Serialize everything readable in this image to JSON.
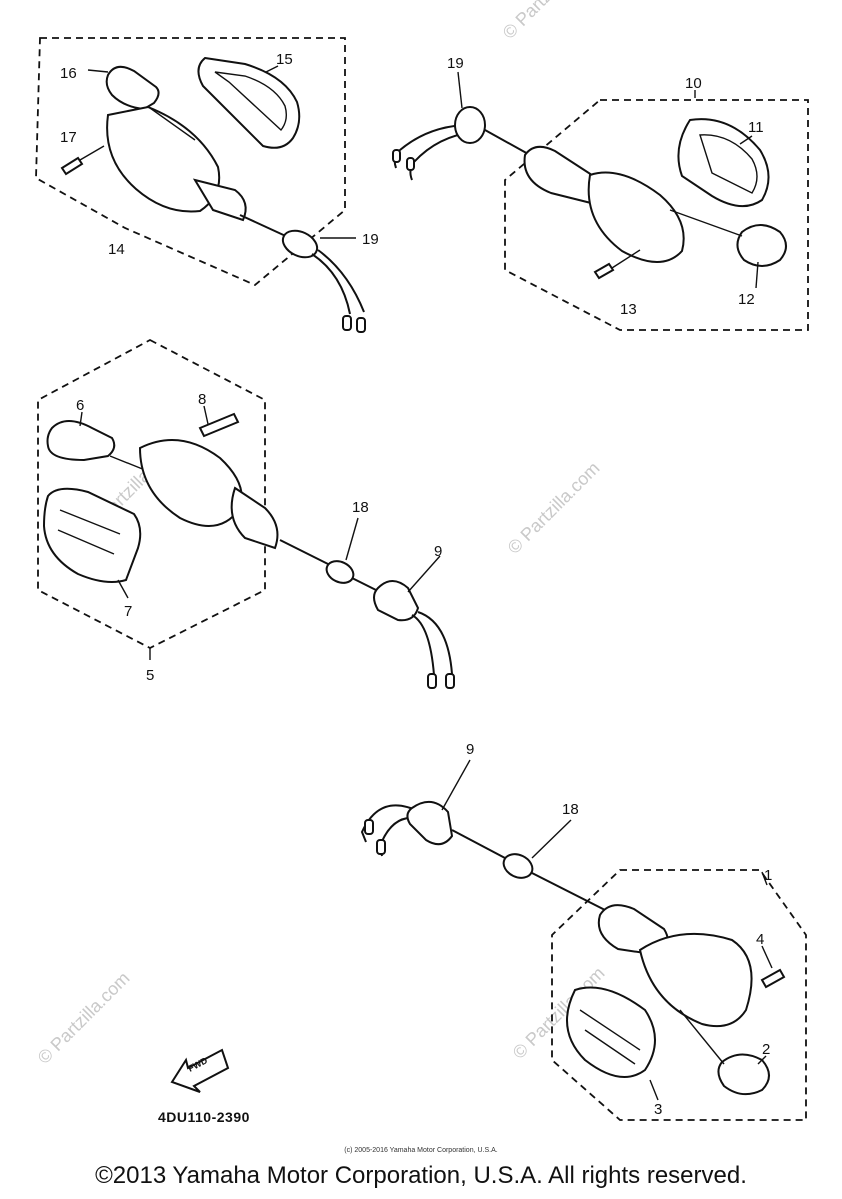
{
  "diagram": {
    "callouts": [
      "16",
      "15",
      "17",
      "14",
      "19",
      "19",
      "10",
      "11",
      "13",
      "12",
      "6",
      "8",
      "7",
      "5",
      "18",
      "9",
      "9",
      "18",
      "1",
      "4",
      "2",
      "3"
    ],
    "part_code": "4DU110-2390",
    "fwd_label": "FWD",
    "watermark": "© Partzilla.com"
  },
  "footer": {
    "small_copyright": "(c) 2005-2016 Yamaha Motor Corporation, U.S.A.",
    "copyright": "©2013 Yamaha Motor Corporation, U.S.A. All rights reserved."
  }
}
